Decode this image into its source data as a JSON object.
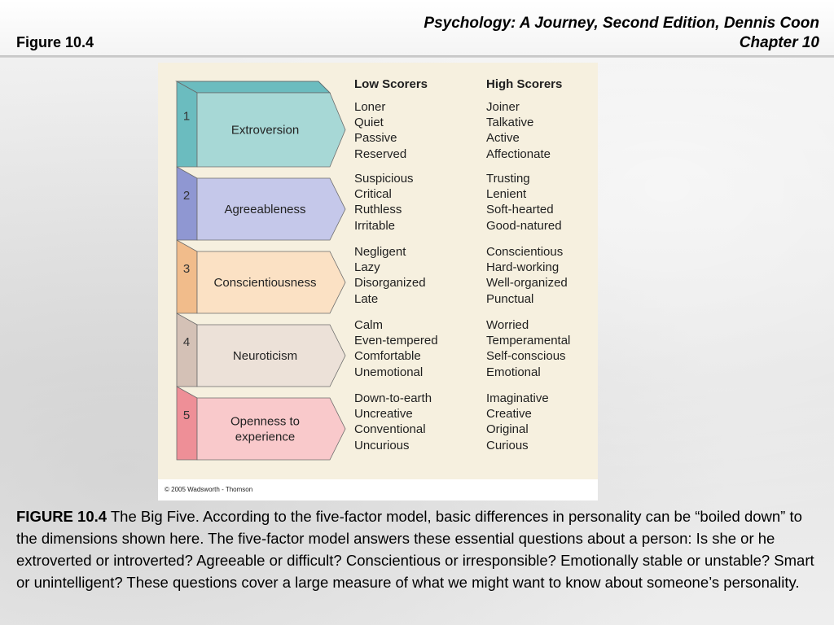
{
  "header": {
    "figure_label": "Figure 10.4",
    "book_title_line1": "Psychology: A Journey, Second Edition, Dennis Coon",
    "book_title_line2": "Chapter 10"
  },
  "diagram": {
    "low_header": "Low Scorers",
    "high_header": "High Scorers",
    "factors": [
      {
        "number": "1",
        "name_lines": [
          "Extroversion"
        ],
        "color": "#a7d8d6",
        "edge_color": "#6bbcbf",
        "low": [
          "Loner",
          "Quiet",
          "Passive",
          "Reserved"
        ],
        "high": [
          "Joiner",
          "Talkative",
          "Active",
          "Affectionate"
        ]
      },
      {
        "number": "2",
        "name_lines": [
          "Agreeableness"
        ],
        "color": "#c5c8ea",
        "edge_color": "#8f97d2",
        "low": [
          "Suspicious",
          "Critical",
          "Ruthless",
          "Irritable"
        ],
        "high": [
          "Trusting",
          "Lenient",
          "Soft-hearted",
          "Good-natured"
        ]
      },
      {
        "number": "3",
        "name_lines": [
          "Conscientiousness"
        ],
        "color": "#fbe1c4",
        "edge_color": "#f1bc8b",
        "low": [
          "Negligent",
          "Lazy",
          "Disorganized",
          "Late"
        ],
        "high": [
          "Conscientious",
          "Hard-working",
          "Well-organized",
          "Punctual"
        ]
      },
      {
        "number": "4",
        "name_lines": [
          "Neuroticism"
        ],
        "color": "#ece1d8",
        "edge_color": "#d4c1b6",
        "low": [
          "Calm",
          "Even-tempered",
          "Comfortable",
          "Unemotional"
        ],
        "high": [
          "Worried",
          "Temperamental",
          "Self-conscious",
          "Emotional"
        ]
      },
      {
        "number": "5",
        "name_lines": [
          "Openness to",
          "experience"
        ],
        "color": "#f9c9cb",
        "edge_color": "#ee8f97",
        "low": [
          "Down-to-earth",
          "Uncreative",
          "Conventional",
          "Uncurious"
        ],
        "high": [
          "Imaginative",
          "Creative",
          "Original",
          "Curious"
        ]
      }
    ],
    "copyright": "© 2005 Wadsworth - Thomson"
  },
  "caption": {
    "label": "FIGURE 10.4",
    "text": " The Big Five. According to the five-factor model, basic differences in personality can be “boiled down” to the dimensions shown here. The five-factor model answers these essential questions about a person: Is she or he extroverted or introverted? Agreeable or difficult? Conscientious or irresponsible? Emotionally stable or unstable? Smart or unintelligent? These questions cover a large measure of what we might want to know about someone’s personality."
  }
}
